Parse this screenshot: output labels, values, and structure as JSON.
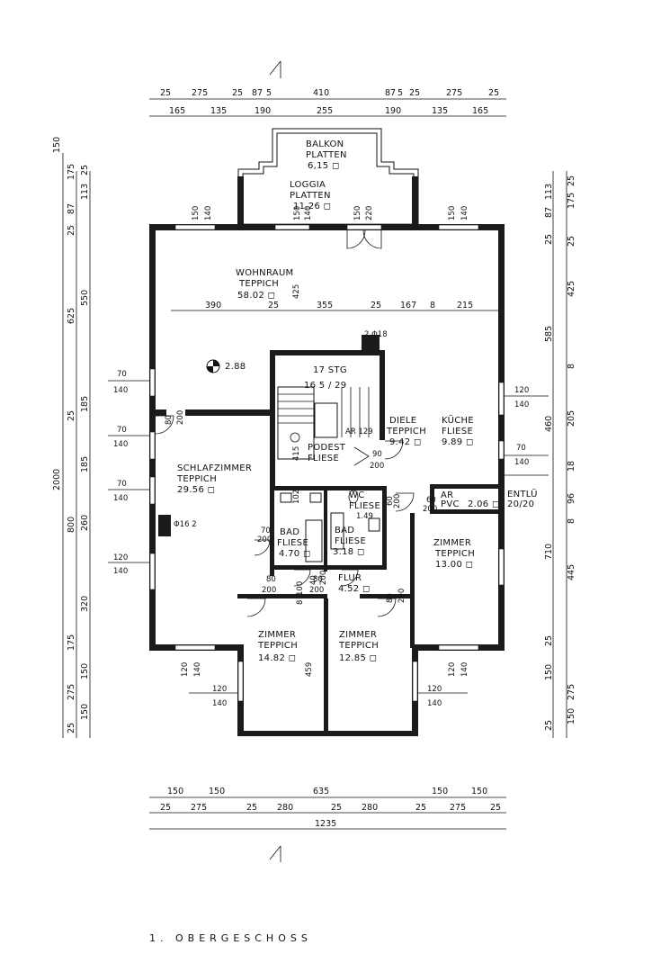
{
  "sheet_title": "1. OBERGESCHOSS",
  "rooms": {
    "balkon": {
      "name": "BALKON",
      "floor": "PLATTEN",
      "area": "6,15 ◻"
    },
    "loggia": {
      "name": "LOGGIA",
      "floor": "PLATTEN",
      "area": "11,26 ◻"
    },
    "wohnraum": {
      "name": "WOHNRAUM",
      "floor": "TEPPICH",
      "area": "58.02 ◻"
    },
    "stairs_steps": "17 STG",
    "stairs_ratio": "16 5 / 29",
    "podest": {
      "name": "PODEST",
      "floor": "FLIESE"
    },
    "diele": {
      "name": "DIELE",
      "floor": "TEPPICH",
      "area": "9.42 ◻"
    },
    "kueche": {
      "name": "KÜCHE",
      "floor": "FLIESE",
      "area": "9.89 ◻"
    },
    "schlafzimmer": {
      "name": "SCHLAFZIMMER",
      "floor": "TEPPICH",
      "area": "29.56 ◻"
    },
    "wc": {
      "name": "WC",
      "floor": "FLIESE",
      "area": "1.49"
    },
    "ar_pvc": {
      "name": "AR",
      "floor": "PVC",
      "area": "2.06 ◻"
    },
    "entlueftung": {
      "name": "ENTLÜ",
      "size": "20/20"
    },
    "bad1": {
      "name": "BAD",
      "floor": "FLIESE",
      "area": "4.70 ◻"
    },
    "bad2": {
      "name": "BAD",
      "floor": "FLIESE",
      "area": "3.18 ◻"
    },
    "zimmer_e": {
      "name": "ZIMMER",
      "floor": "TEPPICH",
      "area": "13.00 ◻"
    },
    "flur": {
      "name": "FLUR",
      "area": "4.52 ◻"
    },
    "zimmer_sw": {
      "name": "ZIMMER",
      "floor": "TEPPICH",
      "area": "14.82 ◻"
    },
    "zimmer_s": {
      "name": "ZIMMER",
      "floor": "TEPPICH",
      "area": "12.85 ◻"
    }
  },
  "annotations": {
    "level": "2.88",
    "ar_label": "AR 129",
    "chimney_top": "2 Φ18",
    "chimney_left": "Φ16 2",
    "dim_415": "415",
    "dim_425": "425",
    "dim_459": "459"
  },
  "dims_top_1": [
    "25",
    "275",
    "25",
    "87",
    "5",
    "410",
    "87",
    "5",
    "25",
    "275",
    "25"
  ],
  "dims_top_2": [
    "165",
    "135",
    "190",
    "255",
    "190",
    "135",
    "165"
  ],
  "dims_inner_top": [
    "390",
    "25",
    "355",
    "25",
    "167",
    "8",
    "215"
  ],
  "dims_bottom_1": [
    "150",
    "150",
    "635",
    "150",
    "150"
  ],
  "dims_bottom_2": [
    "25",
    "275",
    "25",
    "280",
    "25",
    "280",
    "25",
    "275",
    "25"
  ],
  "dim_bottom_total": "1235",
  "dims_left_outer": [
    "150",
    "2000"
  ],
  "dims_left_1": [
    "175",
    "87",
    "25",
    "625",
    "25",
    "800",
    "175",
    "275",
    "25"
  ],
  "dims_left_2": [
    "25",
    "113",
    "550",
    "185",
    "185",
    "260",
    "320",
    "150",
    "150"
  ],
  "dims_right_1": [
    "113",
    "87",
    "25",
    "585",
    "460",
    "710",
    "25",
    "150",
    "25"
  ],
  "dims_right_2": [
    "25",
    "175",
    "25",
    "425",
    "8",
    "205",
    "18",
    "96",
    "8",
    "445",
    "275",
    "150"
  ],
  "openings": [
    "150",
    "140",
    "150",
    "140",
    "150",
    "220",
    "150",
    "140",
    "70",
    "140",
    "70",
    "140",
    "70",
    "140",
    "120",
    "140",
    "120",
    "140",
    "70",
    "140",
    "120",
    "140",
    "120",
    "140",
    "120",
    "140",
    "120",
    "140",
    "80",
    "200",
    "90",
    "200",
    "70",
    "200",
    "80",
    "200",
    "80",
    "200",
    "80",
    "200",
    "60",
    "200",
    "60",
    "200",
    "40",
    "200",
    "102",
    "100",
    "8"
  ]
}
